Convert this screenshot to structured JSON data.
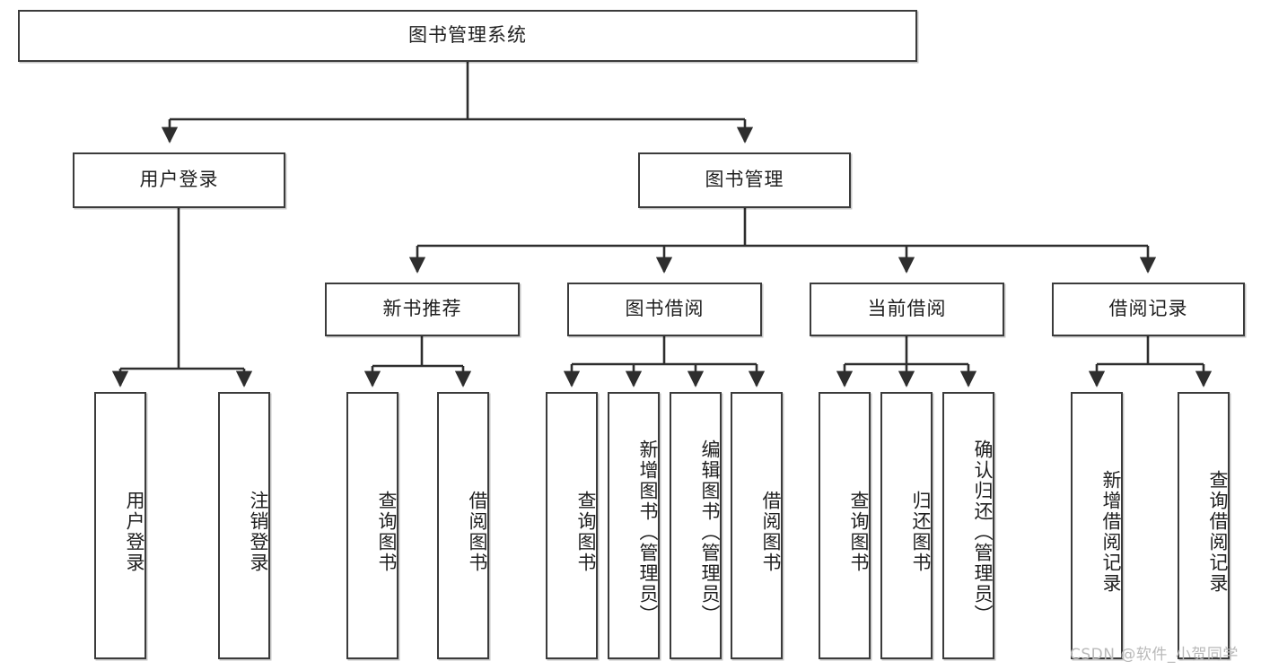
{
  "diagram": {
    "title": "图书管理系统",
    "type": "tree",
    "root": {
      "label": "图书管理系统"
    },
    "level2": [
      {
        "label": "用户登录"
      },
      {
        "label": "图书管理"
      }
    ],
    "level3": [
      {
        "label": "新书推荐"
      },
      {
        "label": "图书借阅"
      },
      {
        "label": "当前借阅"
      },
      {
        "label": "借阅记录"
      }
    ],
    "leaves": {
      "user_login": [
        {
          "label": "用户登录"
        },
        {
          "label": "注销登录"
        }
      ],
      "new_book_recommend": [
        {
          "label": "查询图书"
        },
        {
          "label": "借阅图书"
        }
      ],
      "book_borrow": [
        {
          "label": "查询图书"
        },
        {
          "label": "新增图书（管理员）"
        },
        {
          "label": "编辑图书（管理员）"
        },
        {
          "label": "借阅图书"
        }
      ],
      "current_borrow": [
        {
          "label": "查询图书"
        },
        {
          "label": "归还图书"
        },
        {
          "label": "确认归还（管理员）"
        }
      ],
      "borrow_record": [
        {
          "label": "新增借阅记录"
        },
        {
          "label": "查询借阅记录"
        }
      ]
    }
  },
  "watermark": {
    "text": "CSDN @软件_小贺同学"
  },
  "colors": {
    "border": "#3b3b3b",
    "background": "#ffffff",
    "text": "#1f1f1f",
    "watermark": "#b9b9b9"
  }
}
